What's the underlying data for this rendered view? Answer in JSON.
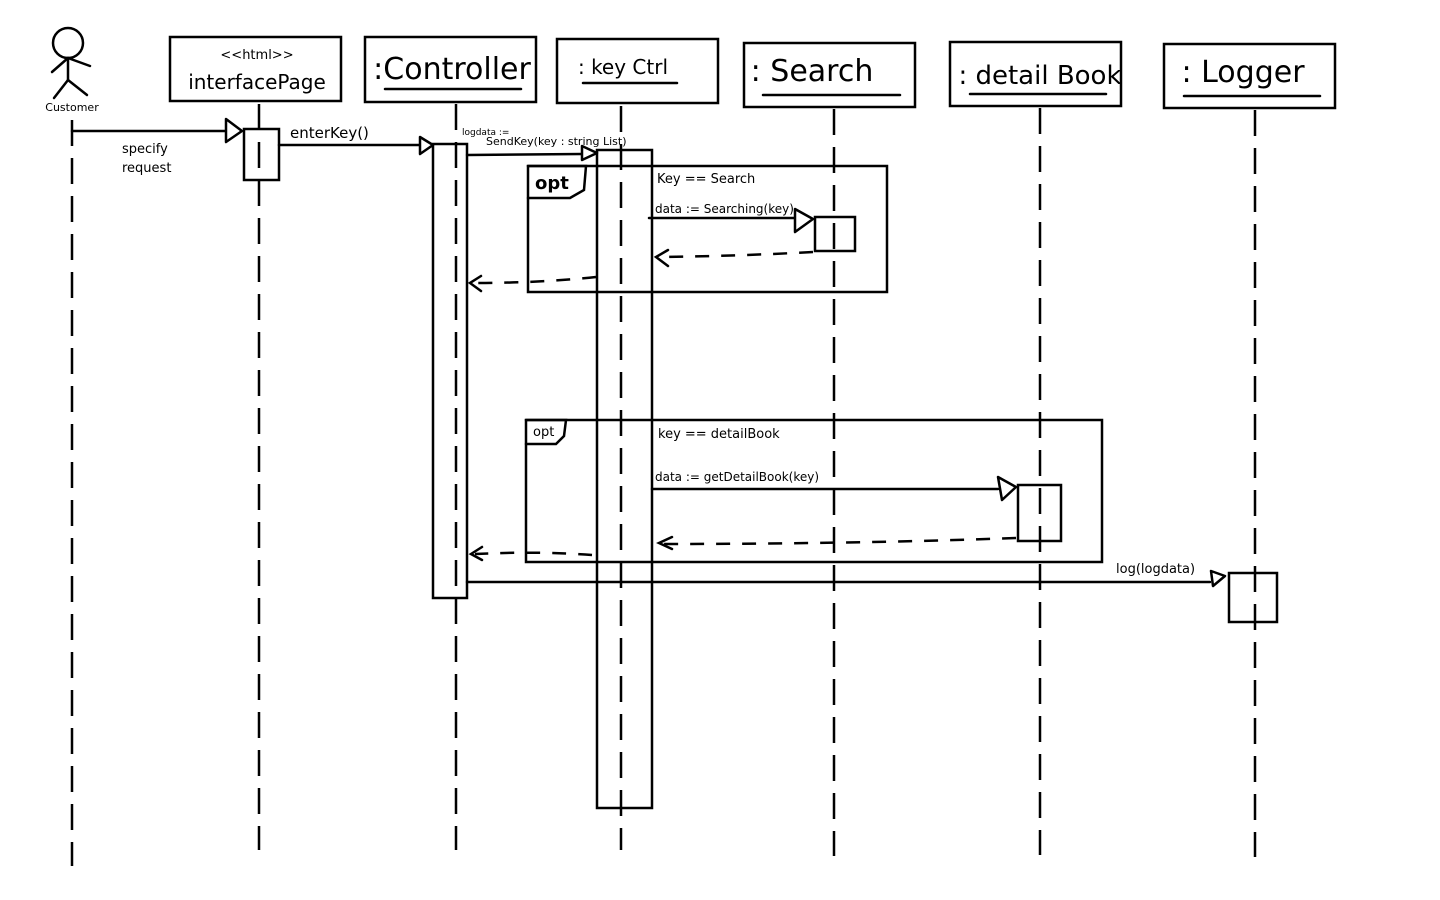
{
  "diagram": {
    "type": "uml-sequence-diagram",
    "actor": {
      "id": "customer",
      "label": "Customer"
    },
    "participants": [
      {
        "id": "interfacePage",
        "stereotype": "<<html>>",
        "label": "interfacePage",
        "underlined": false
      },
      {
        "id": "controller",
        "stereotype": "",
        "label": ":Controller",
        "underlined": true
      },
      {
        "id": "keyCtrl",
        "stereotype": "",
        "label": ": key Ctrl",
        "underlined": true
      },
      {
        "id": "search",
        "stereotype": "",
        "label": ": Search",
        "underlined": true
      },
      {
        "id": "detailBook",
        "stereotype": "",
        "label": ": detail Book",
        "underlined": true
      },
      {
        "id": "logger",
        "stereotype": "",
        "label": ": Logger",
        "underlined": true
      }
    ],
    "messages": [
      {
        "from": "customer",
        "to": "interfacePage",
        "label_line1": "specify",
        "label_line2": "request",
        "kind": "sync"
      },
      {
        "from": "interfacePage",
        "to": "controller",
        "label_line1": "enterKey()",
        "label_line2": "",
        "kind": "sync"
      },
      {
        "from": "controller",
        "to": "keyCtrl",
        "label_line1": "logdata :=",
        "label_line2": "SendKey(key : string List)",
        "kind": "sync"
      },
      {
        "from": "keyCtrl",
        "to": "search",
        "label_line1": "data := Searching(key)",
        "label_line2": "",
        "kind": "sync"
      },
      {
        "from": "search",
        "to": "keyCtrl",
        "label_line1": "",
        "label_line2": "",
        "kind": "return"
      },
      {
        "from": "keyCtrl",
        "to": "controller",
        "label_line1": "",
        "label_line2": "",
        "kind": "return"
      },
      {
        "from": "keyCtrl",
        "to": "detailBook",
        "label_line1": "data := getDetailBook(key)",
        "label_line2": "",
        "kind": "sync"
      },
      {
        "from": "detailBook",
        "to": "keyCtrl",
        "label_line1": "",
        "label_line2": "",
        "kind": "return"
      },
      {
        "from": "keyCtrl",
        "to": "controller",
        "label_line1": "",
        "label_line2": "",
        "kind": "return"
      },
      {
        "from": "controller",
        "to": "logger",
        "label_line1": "log(logdata)",
        "label_line2": "",
        "kind": "sync"
      }
    ],
    "fragments": [
      {
        "operator": "opt",
        "guard": "Key == Search"
      },
      {
        "operator": "opt",
        "guard": "key == detailBook"
      }
    ]
  }
}
